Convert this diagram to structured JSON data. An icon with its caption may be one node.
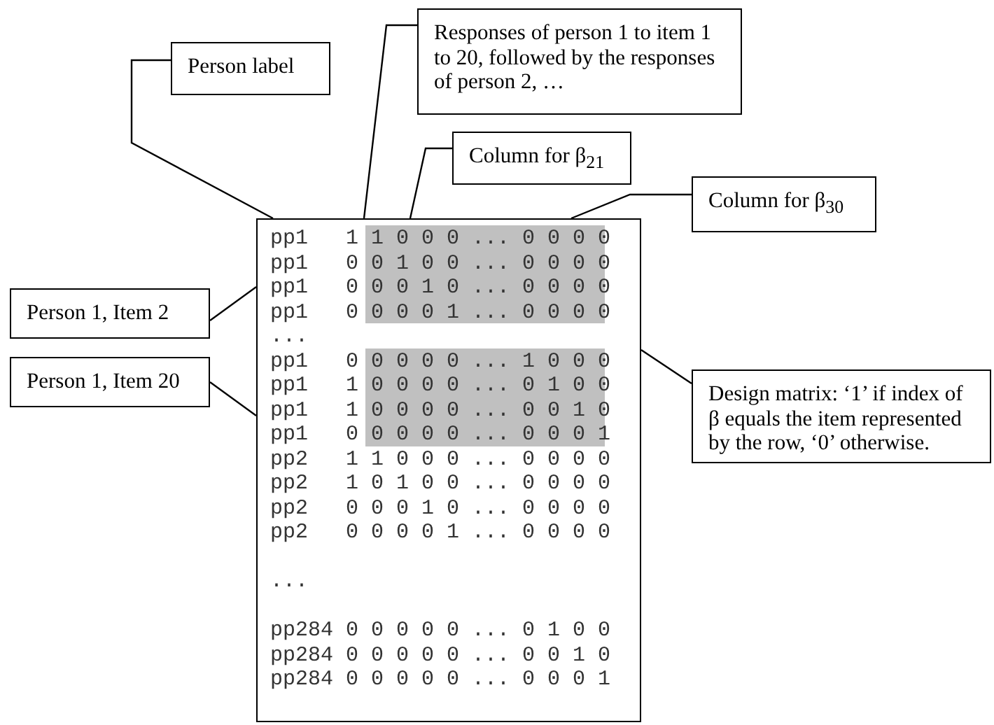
{
  "diagram": {
    "nodes": [
      {
        "text": [
          "Responses of person 1 to item 1 to 20, followed by the responses of person 2, …"
        ]
      },
      {
        "text": [
          "Person label"
        ]
      },
      {
        "text": [
          "Column for β$_{21}$"
        ]
      },
      {
        "text": [
          "Column for β$_{30}$"
        ]
      },
      {
        "text": [
          "pp1 1 1 0 0 0 ... 0 0 0 0",
          "pp1 0 0 1 0 0 ... 0 0 0 0",
          "pp1 0 0 0 1 0 ... 0 0 0 0",
          "pp1 0 0 0 0 1 ... 0 0 0 0",
          "...",
          "pp1 0 0 0 0 0 ... 1 0 0 0",
          "pp1 1 0 0 0 0 ... 0 1 0 0",
          "pp1 1 0 0 0 0 ... 0 0 1 0",
          "pp1 0 0 0 0 0 ... 0 0 0 1",
          "pp2 1 1 0 0 0 ... 0 0 0 0",
          "pp2 1 0 1 0 0 ... 0 0 0 0",
          "pp2 0 0 0 1 0 ... 0 0 0 0",
          "pp2 0 0 0 0 1 ... 0 0 0 0",
          "...",
          "pp284 0 0 0 0 0 ... 0 1 0 0",
          "pp284 0 0 0 0 0 ... 0 0 1 0",
          "pp284 0 0 0 0 0 ... 0 0 0 1"
        ]
      },
      {
        "text": [
          "Person 1, Item 2"
        ]
      },
      {
        "text": [
          "Person 1, Item 20"
        ]
      },
      {
        "text": [
          "Design matrix: ‘1’ if index of β equals the item represented by the row, ‘0’ otherwise."
        ]
      }
    ],
    "edges": [
      {
        "from": 0,
        "to": 4,
        "arrow": "none"
      },
      {
        "from": 1,
        "to": 4,
        "arrow": "none"
      },
      {
        "from": 2,
        "to": 4,
        "arrow": "none"
      },
      {
        "from": 3,
        "to": 4,
        "arrow": "none"
      },
      {
        "from": 5,
        "to": 4,
        "arrow": "none"
      },
      {
        "from": 6,
        "to": 4,
        "arrow": "none"
      },
      {
        "from": 7,
        "to": 4,
        "arrow": "none"
      }
    ]
  }
}
